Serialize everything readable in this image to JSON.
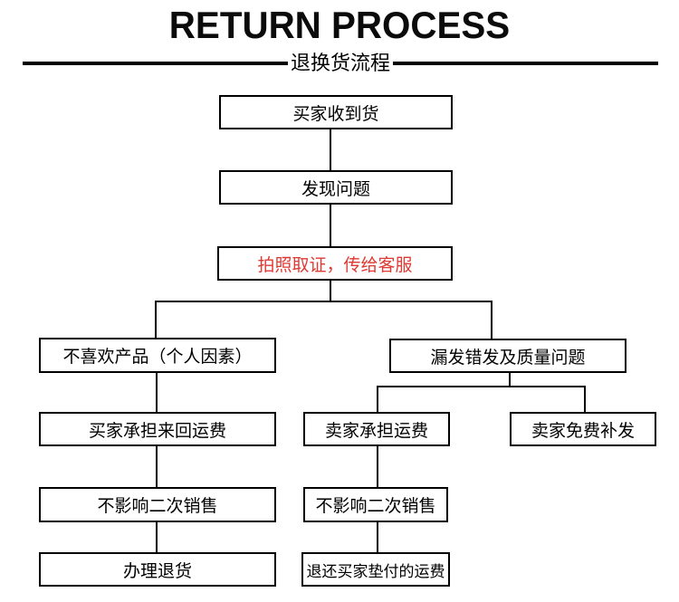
{
  "header": {
    "title": "RETURN PROCESS",
    "subtitle": "退换货流程"
  },
  "flow": {
    "nodes": {
      "buyer_receives": "买家收到货",
      "find_problem": "发现问题",
      "photo_evidence": "拍照取证，传给客服",
      "dislike_product": "不喜欢产品（个人因素）",
      "wrong_missing_quality": "漏发错发及质量问题",
      "buyer_pays_roundtrip": "买家承担来回运费",
      "seller_pays_shipping": "卖家承担运费",
      "seller_free_reissue": "卖家免费补发",
      "no_resale_impact_left": "不影响二次销售",
      "no_resale_impact_mid": "不影响二次销售",
      "process_return": "办理退货",
      "refund_advance_shipping": "退还买家垫付的运费"
    }
  },
  "colors": {
    "accent_red": "#de3933",
    "ink": "#000000"
  }
}
